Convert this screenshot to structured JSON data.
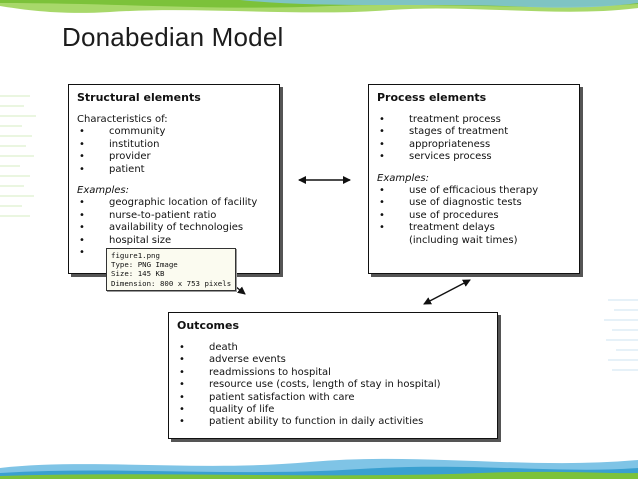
{
  "slide": {
    "title": "Donabedian Model",
    "accent_colors": [
      "#7cc23a",
      "#9fd45a",
      "#3aa0d0",
      "#7fc4e6"
    ]
  },
  "structural": {
    "title": "Structural elements",
    "characteristics_label": "Characteristics of:",
    "characteristics": [
      "community",
      "institution",
      "provider",
      "patient"
    ],
    "examples_label": "Examples:",
    "examples": [
      "geographic location of facility",
      "nurse-to-patient ratio",
      "availability of technologies",
      "hospital size",
      ""
    ]
  },
  "process": {
    "title": "Process elements",
    "items": [
      "treatment process",
      "stages of treatment",
      "appropriateness",
      "services process"
    ],
    "examples_label": "Examples:",
    "examples": [
      "use of efficacious therapy",
      "use of diagnostic tests",
      "use of procedures",
      "treatment delays"
    ],
    "examples_continuation": "(including wait times)"
  },
  "outcomes": {
    "title": "Outcomes",
    "items": [
      "death",
      "adverse events",
      "readmissions to hospital",
      "resource use (costs, length of stay in hospital)",
      "patient satisfaction with care",
      "quality of life",
      "patient ability to function in daily activities"
    ]
  },
  "tooltip": {
    "filename": "figure1.png",
    "type": "Type: PNG Image",
    "size": "Size: 145 KB",
    "dimension": "Dimension: 800 x 753 pixels"
  }
}
